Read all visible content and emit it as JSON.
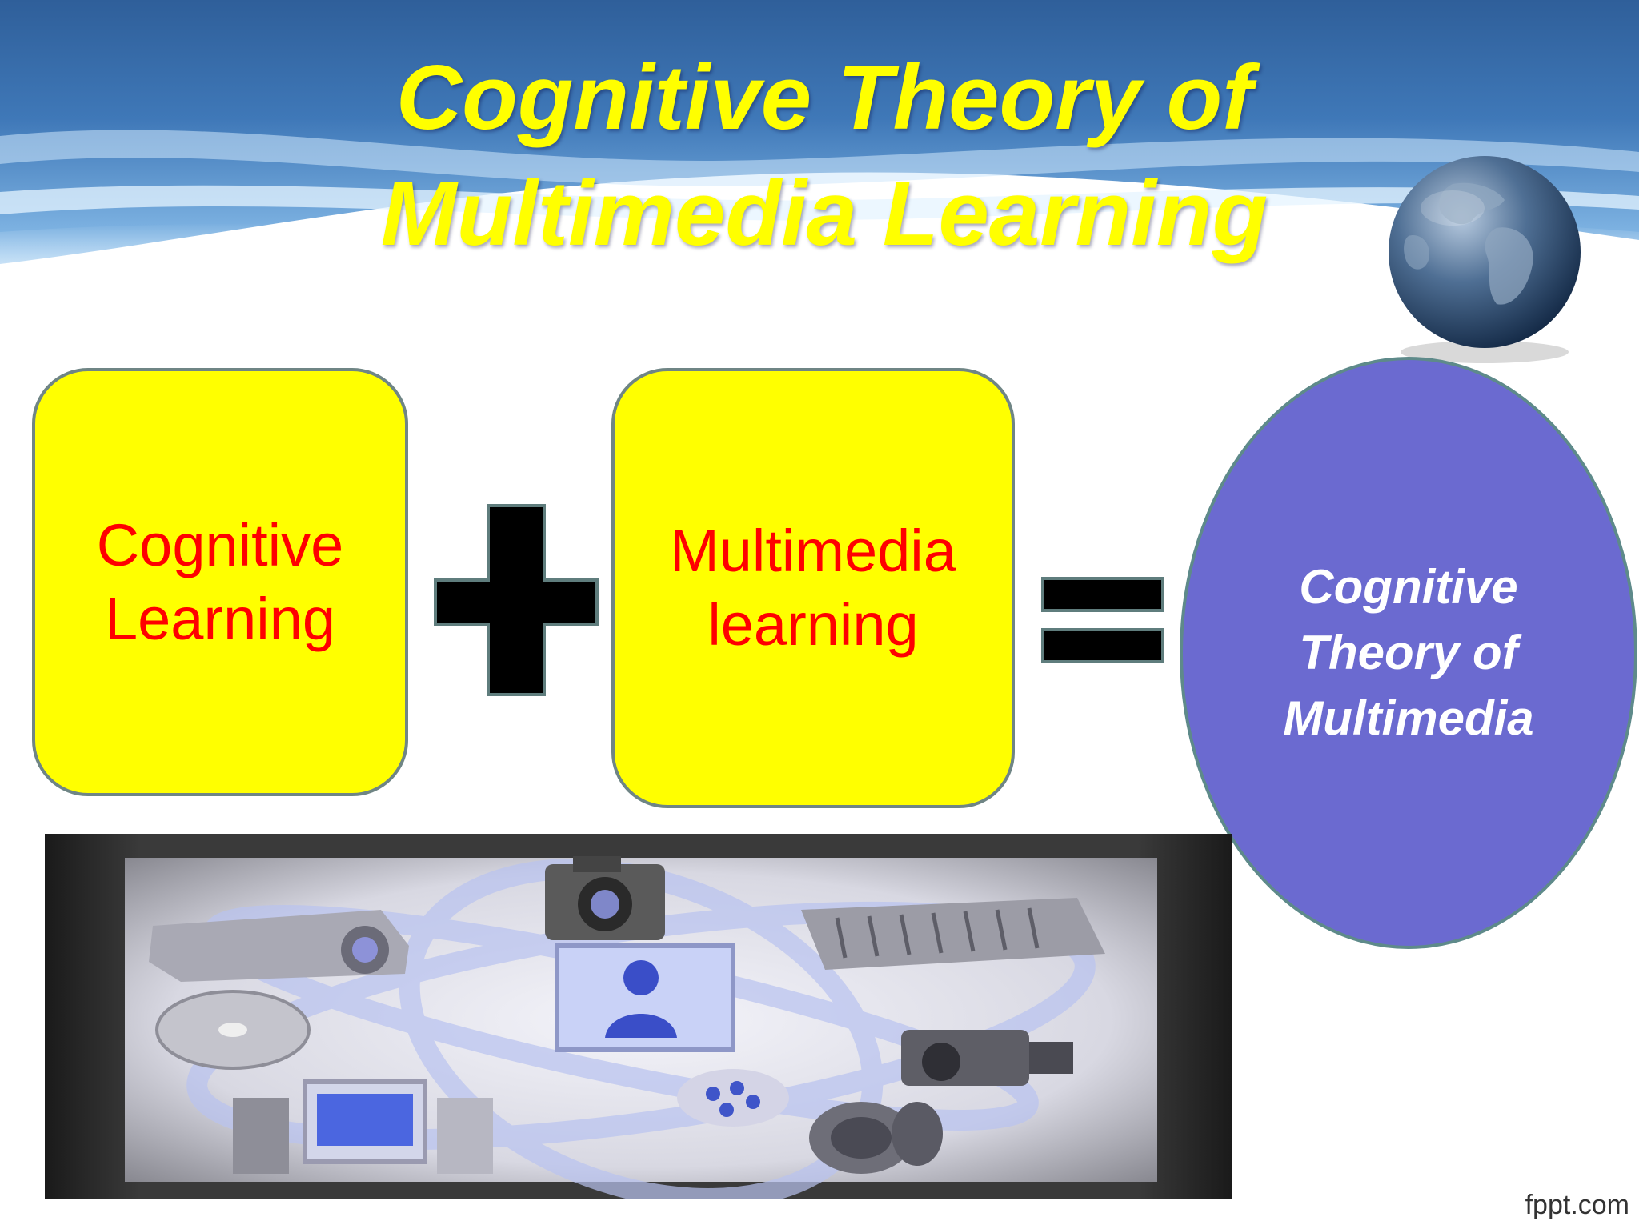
{
  "title": {
    "line1": "Cognitive Theory of",
    "line2": "Multimedia Learning"
  },
  "equation": {
    "box1": {
      "line1": "Cognitive",
      "line2": "Learning"
    },
    "operator_plus": "plus-icon",
    "box2": {
      "line1": "Multimedia",
      "line2": "learning"
    },
    "operator_equals": "equals-icon",
    "result": {
      "line1": "Cognitive",
      "line2": "Theory of",
      "line3": "Multimedia"
    }
  },
  "images": {
    "header": "blue-wave-banner",
    "globe": "globe-icon",
    "collage": "multimedia-devices-collage"
  },
  "footer": "fppt.com",
  "colors": {
    "title": "#ffff00",
    "box_fill": "#ffff00",
    "box_text": "#ff0000",
    "circle_fill": "#6b6ad0",
    "circle_text": "#ffffff"
  }
}
